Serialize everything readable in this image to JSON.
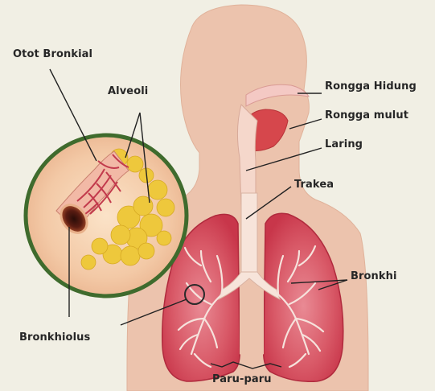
{
  "labels": {
    "otot_bronkial": "Otot Bronkial",
    "alveoli": "Alveoli",
    "rongga_hidung": "Rongga Hidung",
    "rongga_mulut": "Rongga mulut",
    "laring": "Laring",
    "trakea": "Trakea",
    "bronkhi": "Bronkhi",
    "bronkhiolus": "Bronkhiolus",
    "paru_paru": "Paru-paru"
  },
  "colors": {
    "background": "#f1efe4",
    "skin": "#ecc3ad",
    "lung": "#d8505f",
    "circle_ring": "#3f6b2d",
    "alveoli_yellow": "#eec83c",
    "label_text": "#262626"
  }
}
